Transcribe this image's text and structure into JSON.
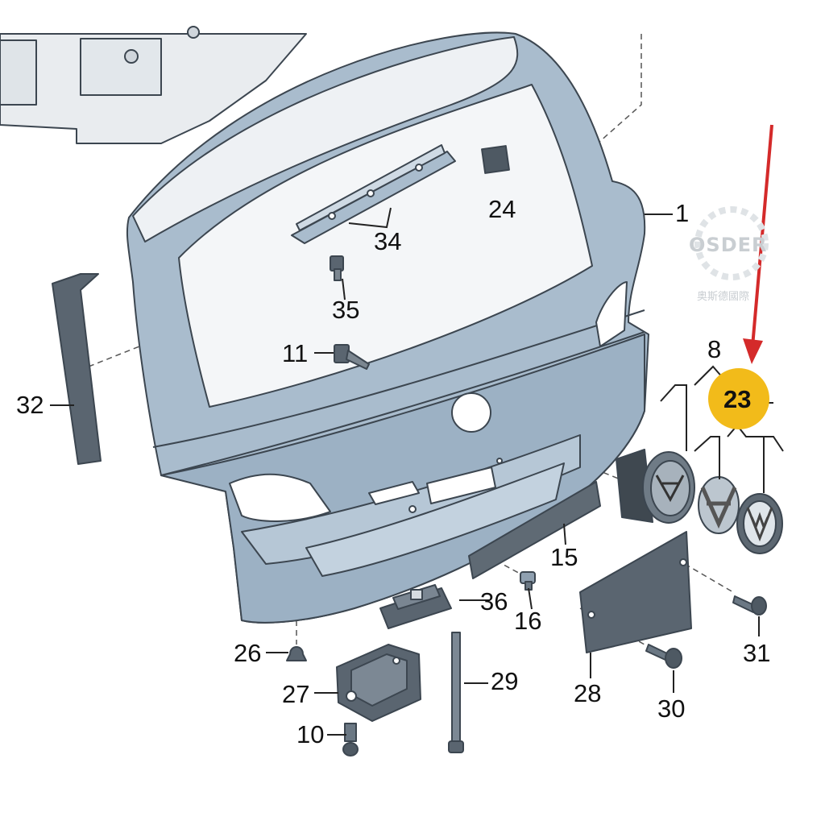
{
  "diagram": {
    "labels": {
      "p1": "1",
      "p8": "8",
      "p10": "10",
      "p11": "11",
      "p15": "15",
      "p16": "16",
      "p23": "23",
      "p24": "24",
      "p26": "26",
      "p27": "27",
      "p28": "28",
      "p29": "29",
      "p30": "30",
      "p31": "31",
      "p32": "32",
      "p34": "34",
      "p35": "35",
      "p36": "36"
    },
    "highlighted_part": "23",
    "colors": {
      "highlight": "#f2bb1a",
      "arrow": "#d42a2a",
      "part_fill": "#a9bccd",
      "part_shade": "#8fa6ba",
      "glass": "#f4f6f8",
      "dark_part": "#55606a"
    },
    "watermark": {
      "brand": "OSDER",
      "subtitle": "奥斯德國際"
    }
  }
}
